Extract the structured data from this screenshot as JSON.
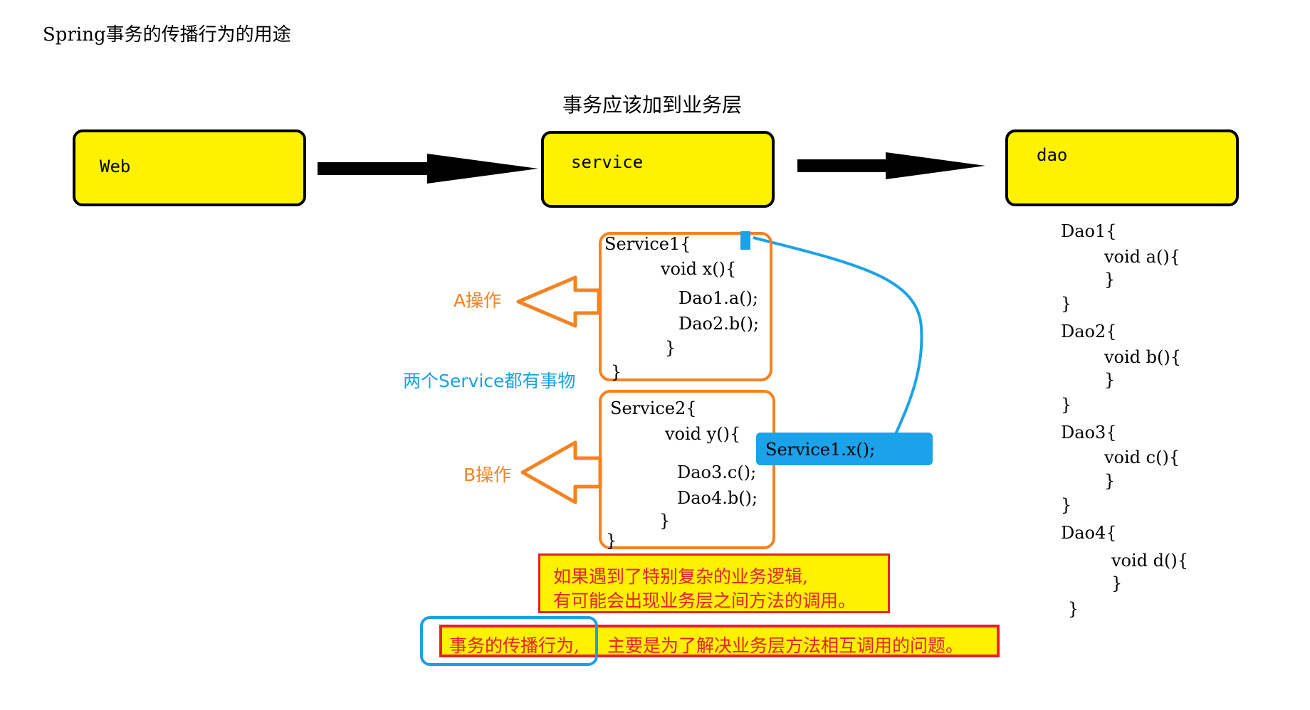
{
  "title": "Spring事务的传播行为的用途",
  "subtitle": "事务应该加到业务层",
  "layers": {
    "web": "Web",
    "service": "service",
    "dao": "dao"
  },
  "service1": {
    "line1": "Service1{",
    "line2": "void x(){",
    "line3": "Dao1.a();",
    "line4": "Dao2.b();",
    "line5": "}",
    "line6": "}"
  },
  "service2": {
    "line1": "Service2{",
    "line2": "void y(){",
    "line3": "Dao3.c();",
    "line4": "Dao4.b();",
    "line5": "}",
    "line6": "}"
  },
  "call": "Service1.x();",
  "labels": {
    "a_op": "A操作",
    "b_op": "B操作",
    "both_tx": "两个Service都有事物"
  },
  "dao_code": [
    "Dao1{",
    "void a(){",
    "}",
    "}",
    "Dao2{",
    "void b(){",
    "}",
    "}",
    "Dao3{",
    "void c(){",
    "}",
    "}",
    "Dao4{",
    "void d(){",
    "}",
    "}"
  ],
  "notes": {
    "complex_line1": "如果遇到了特别复杂的业务逻辑,",
    "complex_line2": "有可能会出现业务层之间方法的调用。",
    "propagation_part1": "事务的传播行为,",
    "propagation_part2": "主要是为了解决业务层方法相互调用的问题。"
  },
  "colors": {
    "layer_fill": "#fff200",
    "code_border": "#f58220",
    "accent_blue": "#1aa3e8",
    "note_border": "#e8202a"
  }
}
